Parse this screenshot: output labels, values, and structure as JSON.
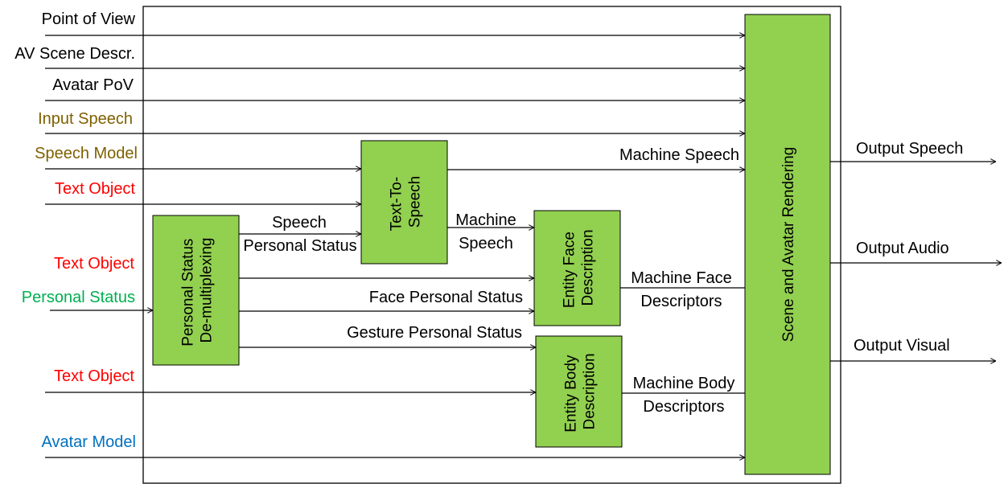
{
  "colors": {
    "block_fill": "#92d050",
    "black": "#000000",
    "olive": "#7f6000",
    "red": "#ff0000",
    "green": "#00b050",
    "blue": "#0070c0"
  },
  "inputs": {
    "point_of_view": "Point of View",
    "av_scene_descr": "AV Scene Descr.",
    "avatar_pov": "Avatar PoV",
    "input_speech": "Input Speech",
    "speech_model": "Speech Model",
    "text_object_1": "Text Object",
    "text_object_2": "Text Object",
    "personal_status": "Personal Status",
    "text_object_3": "Text Object",
    "avatar_model": "Avatar Model"
  },
  "blocks": {
    "demux": [
      "Personal Status",
      "De-multiplexing"
    ],
    "tts": [
      "Text-To-",
      "Speech"
    ],
    "face": [
      "Entity Face",
      "Description"
    ],
    "body": [
      "Entity Body",
      "Description"
    ],
    "render": "Scene and Avatar Rendering"
  },
  "signals": {
    "speech_personal_status": [
      "Speech",
      "Personal Status"
    ],
    "face_personal_status": "Face Personal Status",
    "gesture_personal_status": "Gesture Personal Status",
    "machine_speech_short": [
      "Machine",
      "Speech"
    ],
    "machine_speech": "Machine Speech",
    "machine_face_descriptors": [
      "Machine Face",
      "Descriptors"
    ],
    "machine_body_descriptors": [
      "Machine Body",
      "Descriptors"
    ]
  },
  "outputs": {
    "output_speech": "Output Speech",
    "output_audio": "Output Audio",
    "output_visual": "Output Visual"
  }
}
